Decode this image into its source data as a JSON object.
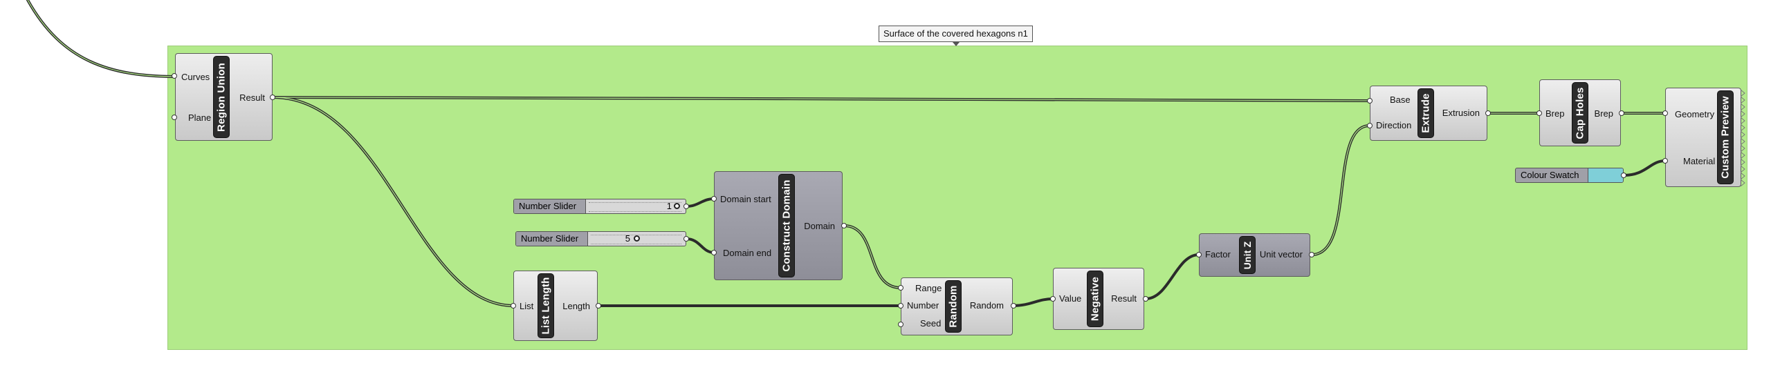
{
  "group": {
    "title": "Surface of the covered hexagons n1",
    "color": "#b3ea8b"
  },
  "components": {
    "region_union": {
      "name": "Region Union",
      "inputs": [
        "Curves",
        "Plane"
      ],
      "outputs": [
        "Result"
      ]
    },
    "list_length": {
      "name": "List Length",
      "inputs": [
        "List"
      ],
      "outputs": [
        "Length"
      ]
    },
    "construct_domain": {
      "name": "Construct Domain",
      "inputs": [
        "Domain start",
        "Domain end"
      ],
      "outputs": [
        "Domain"
      ]
    },
    "random": {
      "name": "Random",
      "inputs": [
        "Range",
        "Number",
        "Seed"
      ],
      "outputs": [
        "Random"
      ]
    },
    "negative": {
      "name": "Negative",
      "inputs": [
        "Value"
      ],
      "outputs": [
        "Result"
      ]
    },
    "unit_z": {
      "name": "Unit Z",
      "inputs": [
        "Factor"
      ],
      "outputs": [
        "Unit vector"
      ]
    },
    "extrude": {
      "name": "Extrude",
      "inputs": [
        "Base",
        "Direction"
      ],
      "outputs": [
        "Extrusion"
      ]
    },
    "cap_holes": {
      "name": "Cap Holes",
      "inputs": [
        "Brep"
      ],
      "outputs": [
        "Brep"
      ]
    },
    "custom_preview": {
      "name": "Custom Preview",
      "inputs": [
        "Geometry",
        "Material"
      ],
      "outputs": []
    }
  },
  "sliders": [
    {
      "label": "Number Slider",
      "value": "1"
    },
    {
      "label": "Number Slider",
      "value": "5"
    }
  ],
  "swatch": {
    "label": "Colour Swatch",
    "color": "#7fcfd8"
  }
}
